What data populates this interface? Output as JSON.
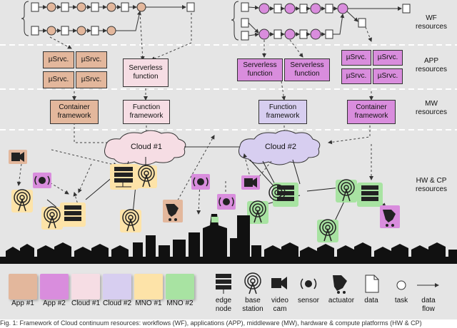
{
  "layers": {
    "wf": "WF resources",
    "app": "APP resources",
    "mw": "MW resources",
    "hw": "HW & CP resources"
  },
  "app_tier": {
    "usrvc": "µSrvc.",
    "serverless": "Serverless function"
  },
  "mw_tier": {
    "container": "Container framework",
    "function": "Function framework"
  },
  "clouds": {
    "cloud1": "Cloud #1",
    "cloud2": "Cloud #2"
  },
  "legend": {
    "app1": "App #1",
    "app2": "App #2",
    "cloud1": "Cloud #1",
    "cloud2": "Cloud #2",
    "mno1": "MNO #1",
    "mno2": "MNO #2",
    "edge_node": "edge node",
    "base_station": "base station",
    "video_cam": "video cam",
    "sensor": "sensor",
    "actuator": "actuator",
    "data": "data",
    "task": "task",
    "data_flow": "data flow"
  },
  "colors": {
    "app1": "#e3b79c",
    "app2": "#d98ddd",
    "cloud1": "#f6dde4",
    "cloud2": "#d7cef0",
    "mno1": "#fde3a8",
    "mno2": "#a8e3a2"
  },
  "caption": "Fig. 1: Framework of Cloud continuum resources: workflows (WF), applications (APP), middleware (MW), hardware & compute platforms (HW & CP)"
}
